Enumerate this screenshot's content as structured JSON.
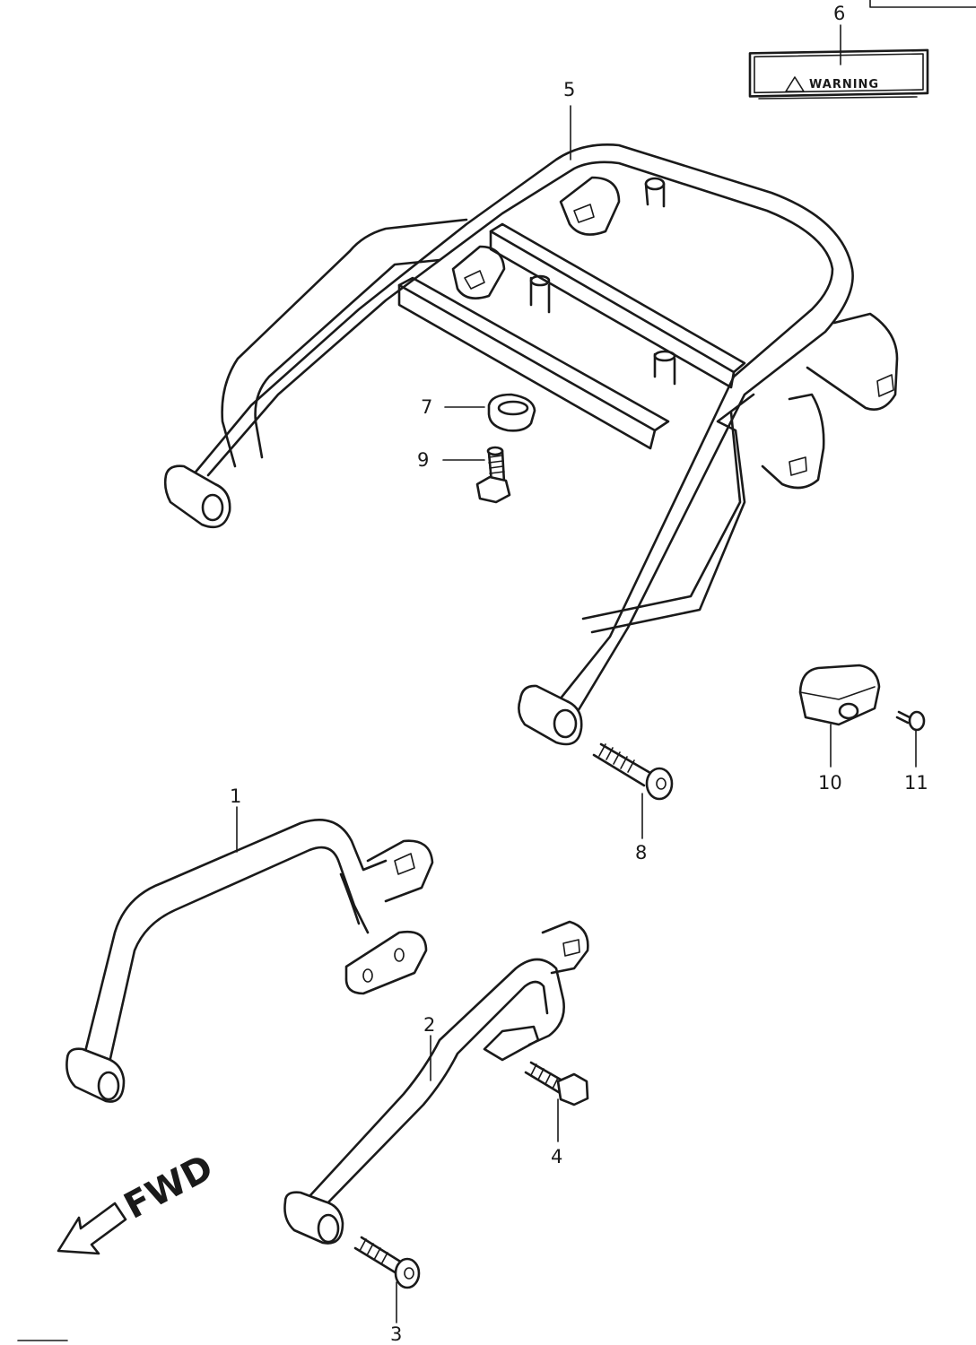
{
  "callouts": [
    {
      "id": "1",
      "text": "1"
    },
    {
      "id": "2",
      "text": "2"
    },
    {
      "id": "3",
      "text": "3"
    },
    {
      "id": "4",
      "text": "4"
    },
    {
      "id": "5",
      "text": "5"
    },
    {
      "id": "6",
      "text": "6"
    },
    {
      "id": "7",
      "text": "7"
    },
    {
      "id": "8",
      "text": "8"
    },
    {
      "id": "9",
      "text": "9"
    },
    {
      "id": "10",
      "text": "10"
    },
    {
      "id": "11",
      "text": "11"
    }
  ],
  "warning_label": {
    "title": "WARNING"
  },
  "direction": {
    "text": "FWD"
  }
}
